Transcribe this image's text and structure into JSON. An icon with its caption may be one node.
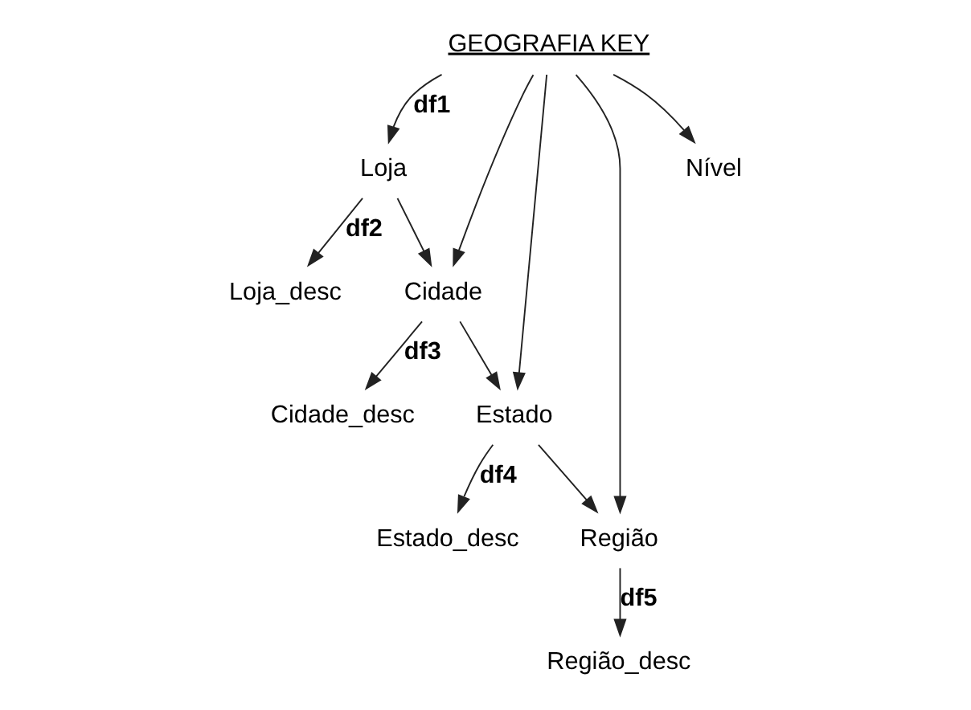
{
  "diagram": {
    "nodes": [
      {
        "text": [
          "GEOGRAFIA KEY"
        ]
      },
      {
        "text": [
          "Loja"
        ]
      },
      {
        "text": [
          "Loja_desc"
        ]
      },
      {
        "text": [
          "Cidade"
        ]
      },
      {
        "text": [
          "Cidade_desc"
        ]
      },
      {
        "text": [
          "Estado"
        ]
      },
      {
        "text": [
          "Estado_desc"
        ]
      },
      {
        "text": [
          "Região"
        ]
      },
      {
        "text": [
          "Região_desc"
        ]
      },
      {
        "text": [
          "Nível"
        ]
      }
    ],
    "edges": [
      {
        "from": 0,
        "to": 1,
        "arrow": "to",
        "label": "df1"
      },
      {
        "from": 0,
        "to": 3,
        "arrow": "to"
      },
      {
        "from": 0,
        "to": 5,
        "arrow": "to"
      },
      {
        "from": 0,
        "to": 7,
        "arrow": "to"
      },
      {
        "from": 0,
        "to": 9,
        "arrow": "to"
      },
      {
        "from": 1,
        "to": 2,
        "arrow": "to",
        "label": "df2"
      },
      {
        "from": 1,
        "to": 3,
        "arrow": "to"
      },
      {
        "from": 3,
        "to": 4,
        "arrow": "to",
        "label": "df3"
      },
      {
        "from": 3,
        "to": 5,
        "arrow": "to"
      },
      {
        "from": 5,
        "to": 6,
        "arrow": "to",
        "label": "df4"
      },
      {
        "from": 5,
        "to": 7,
        "arrow": "to"
      },
      {
        "from": 7,
        "to": 8,
        "arrow": "to",
        "label": "df5"
      }
    ]
  }
}
